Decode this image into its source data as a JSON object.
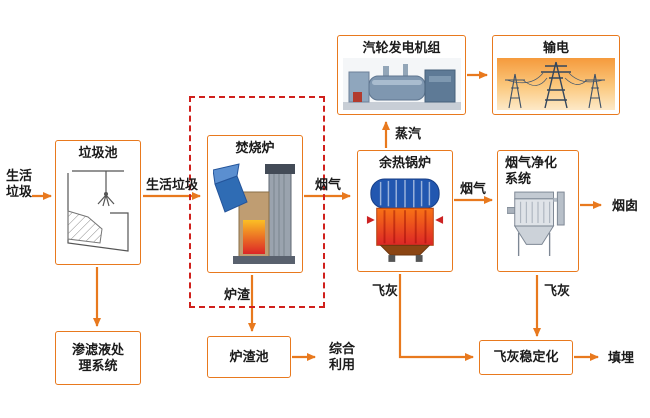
{
  "colors": {
    "accent_orange": "#E8791E",
    "boundary_red": "#D0201C",
    "text": "#1a1a1a"
  },
  "nodes": {
    "waste_pit": {
      "title": "垃圾池"
    },
    "incinerator": {
      "title": "焚烧炉"
    },
    "waste_heat_boiler": {
      "title": "余热锅炉"
    },
    "turbine_generator": {
      "title": "汽轮发电机组"
    },
    "power_transmission": {
      "title": "输电"
    },
    "flue_gas_purification": {
      "title": "烟气净化\n系统"
    },
    "leachate_treatment": {
      "title": "渗滤液处\n理系统"
    },
    "slag_pool": {
      "title": "炉渣池"
    },
    "fly_ash_stabilization": {
      "title": "飞灰稳定化"
    }
  },
  "flow_labels": {
    "household_waste_source": "生活\n垃圾",
    "household_waste": "生活垃圾",
    "flue_gas_1": "烟气",
    "steam": "蒸汽",
    "flue_gas_2": "烟气",
    "chimney": "烟囱",
    "slag": "炉渣",
    "comprehensive_utilization": "综合\n利用",
    "fly_ash_1": "飞灰",
    "fly_ash_2": "飞灰",
    "landfill": "填埋"
  }
}
